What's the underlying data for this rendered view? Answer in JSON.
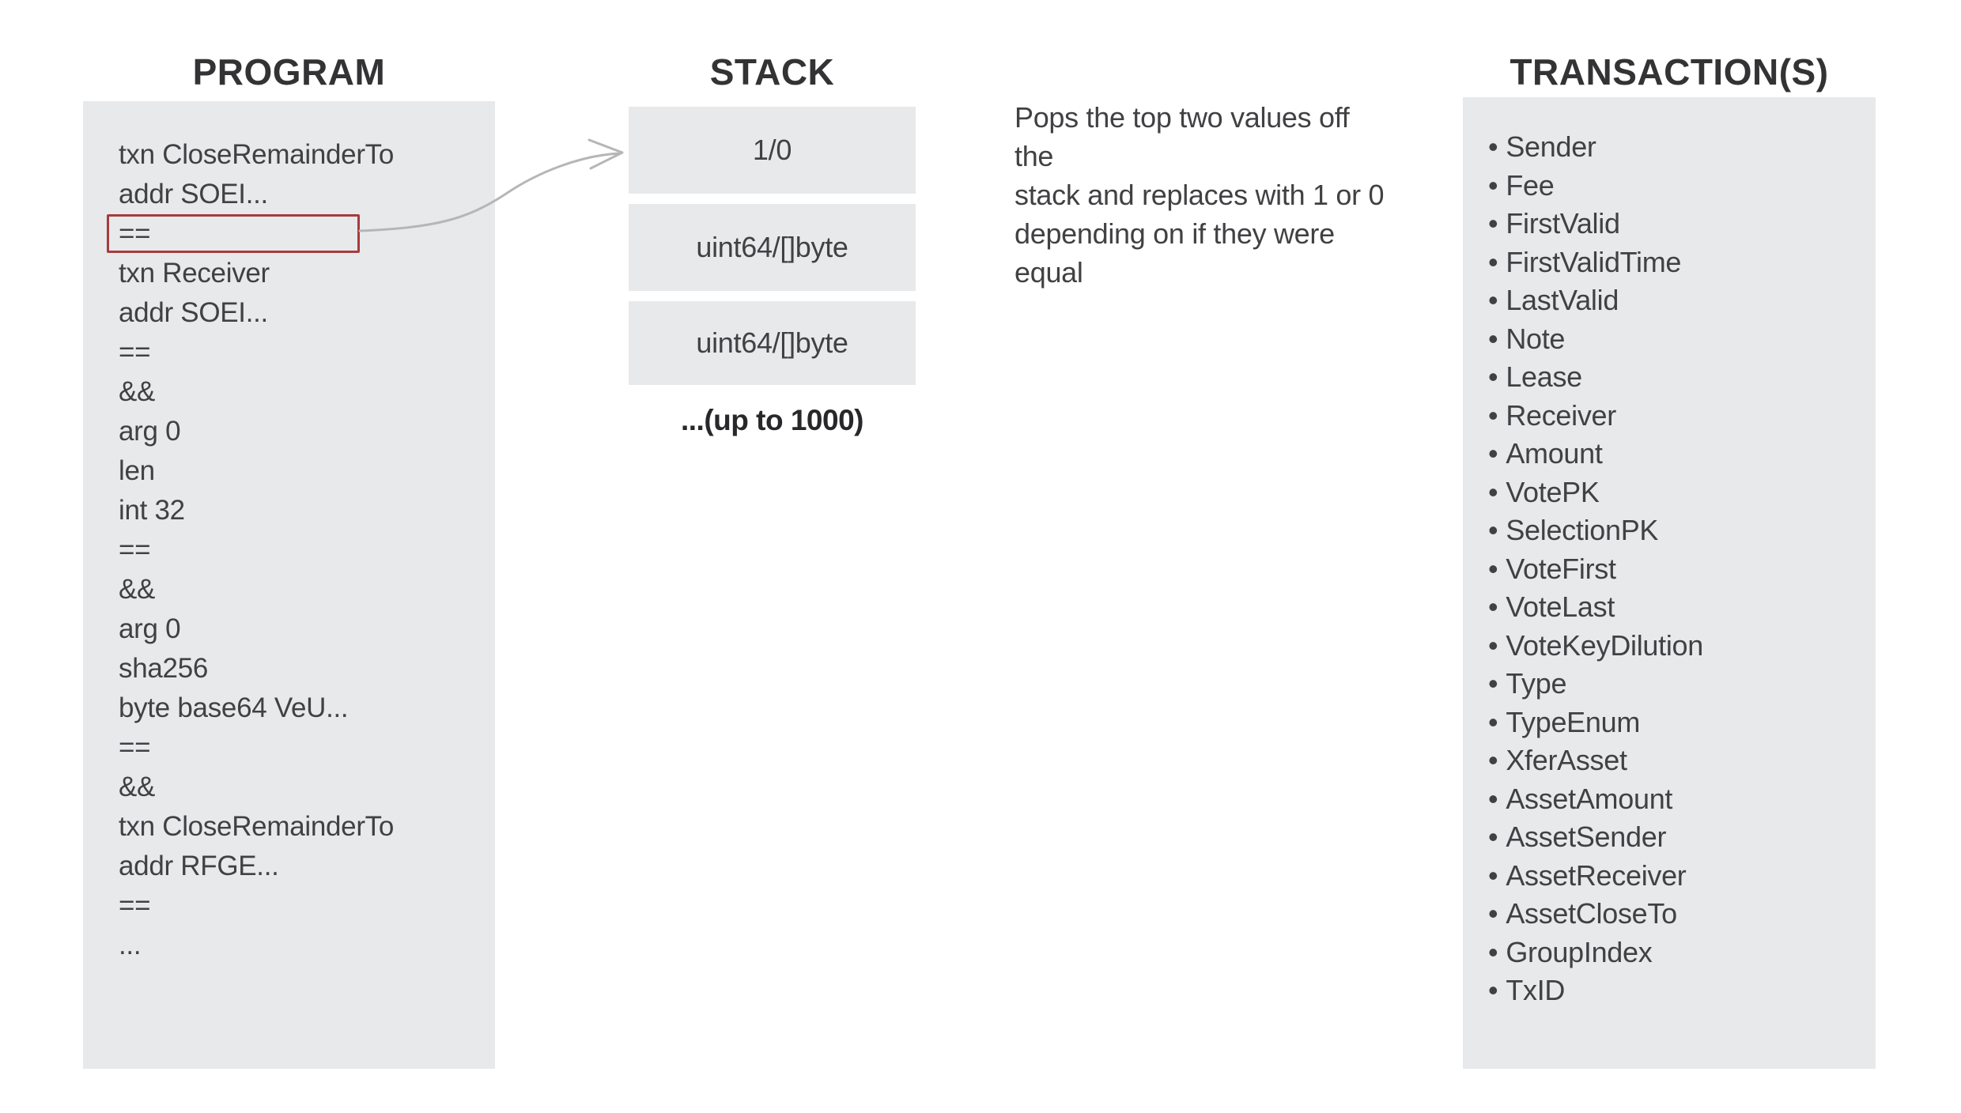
{
  "headings": {
    "program": "PROGRAM",
    "stack": "STACK",
    "transactions": "TRANSACTION(S)"
  },
  "program": {
    "lines": [
      "txn CloseRemainderTo",
      "addr SOEI...",
      "==",
      "txn Receiver",
      "addr SOEI...",
      "==",
      "&&",
      "arg 0",
      "len",
      "int 32",
      "==",
      "&&",
      "arg 0",
      "sha256",
      "byte base64 VeU...",
      "==",
      "&&",
      "txn CloseRemainderTo",
      "addr RFGE...",
      "==",
      "..."
    ],
    "highlighted_index": 2,
    "highlighted_line": "=="
  },
  "stack": {
    "boxes": [
      "1/0",
      "uint64/[]byte",
      "uint64/[]byte"
    ],
    "note": "...(up to 1000)"
  },
  "description": {
    "lines": [
      "Pops the top two values off the",
      "stack and replaces with 1 or 0",
      "depending on if they were equal"
    ]
  },
  "transactions": {
    "bullet_char": "•",
    "items": [
      "Sender",
      "Fee",
      "FirstValid",
      "FirstValidTime",
      "LastValid",
      "Note",
      "Lease",
      "Receiver",
      "Amount",
      "VotePK",
      "SelectionPK",
      "VoteFirst",
      "VoteLast",
      "VoteKeyDilution",
      "Type",
      "TypeEnum",
      "XferAsset",
      "AssetAmount",
      "AssetSender",
      "AssetReceiver",
      "AssetCloseTo",
      "GroupIndex",
      "TxID"
    ]
  },
  "icons": {
    "arrow": "curved-arrow-right"
  },
  "colors": {
    "box_bg": "#e8e9eb",
    "heading_text": "#333335",
    "body_text": "#414144",
    "note_text": "#28282a",
    "highlight_red": "#a53c3c",
    "arrow": "#b6b6b8",
    "page_bg": "#ffffff"
  }
}
